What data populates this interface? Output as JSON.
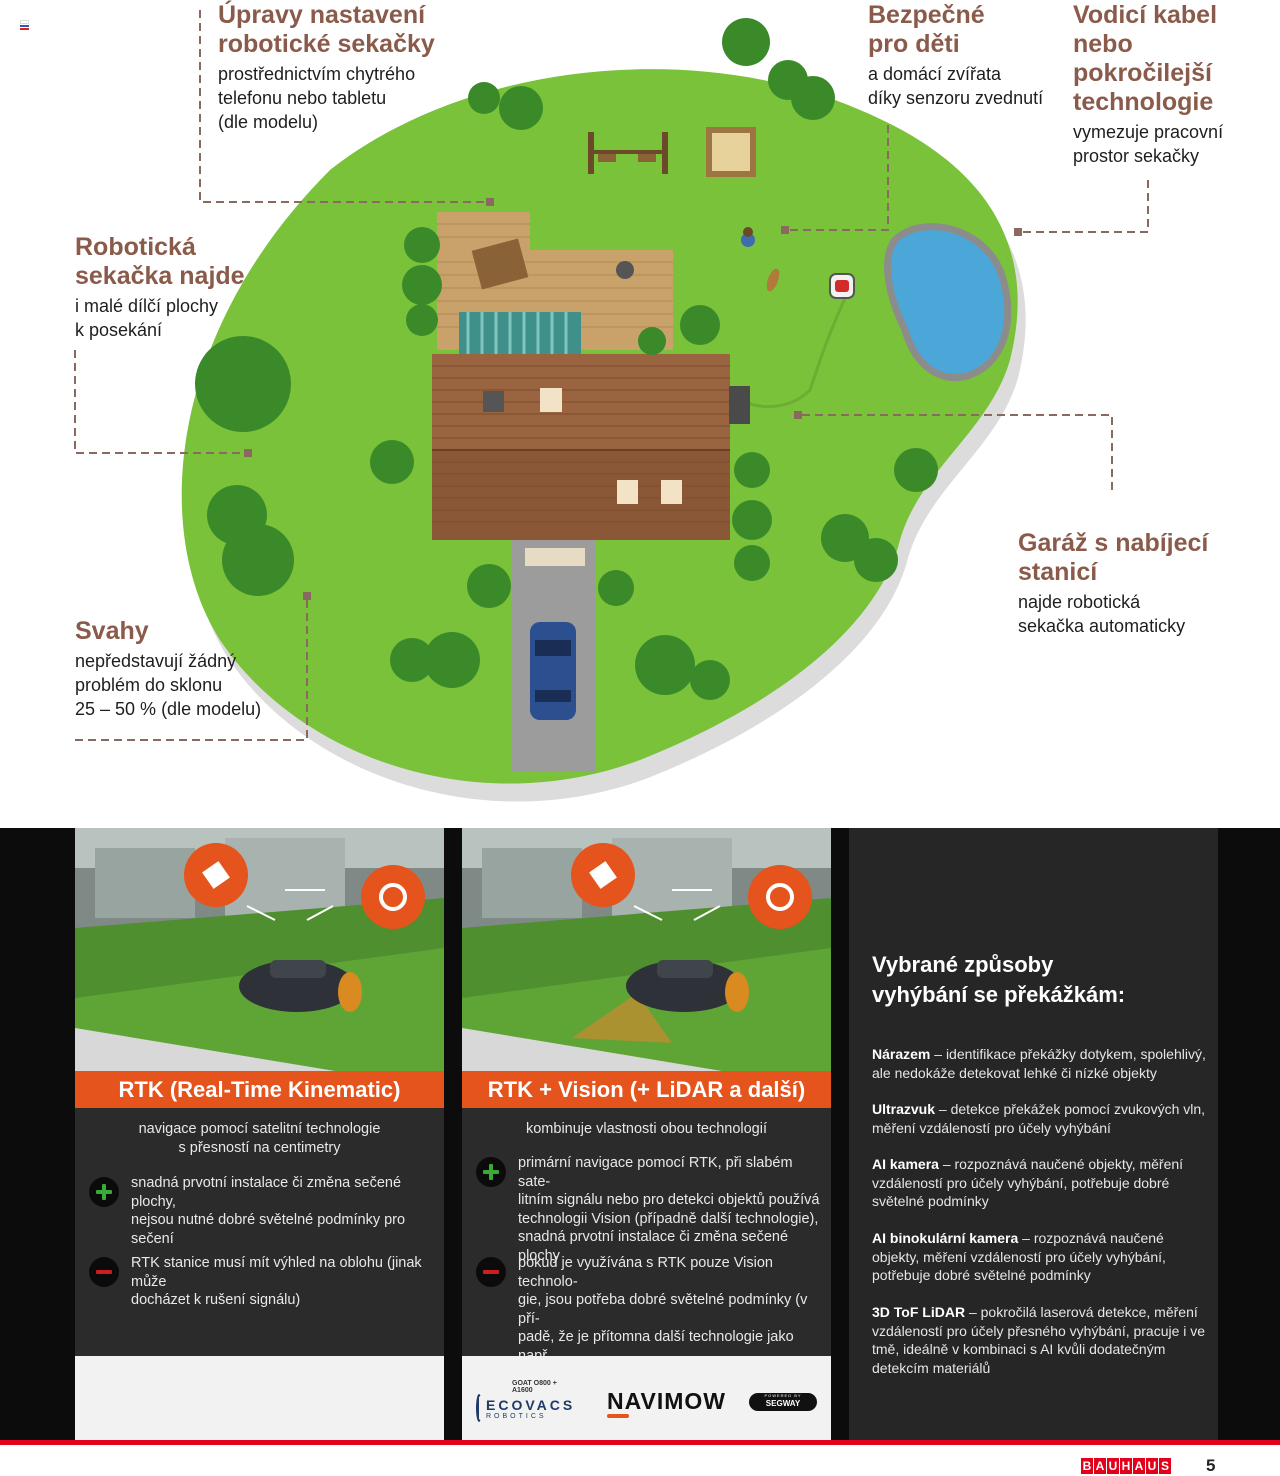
{
  "annotations": {
    "settings": {
      "heading": "Úpravy nastavení\nrobotické sekačky",
      "body": "prostřednictvím chytrého\ntelefonu nebo tabletu\n(dle modelu)"
    },
    "safe": {
      "heading": "Bezpečné\npro děti",
      "body": "a domácí zvířata\ndíky senzoru zvednutí"
    },
    "wire": {
      "heading": "Vodicí kabel\nnebo\npokročilejší\ntechnologie",
      "body": "vymezuje pracovní\nprostor sekačky"
    },
    "finds": {
      "heading": "Robotická\nsekačka najde",
      "body": "i malé dílčí plochy\nk posekání"
    },
    "garage": {
      "heading": "Garáž s nabíjecí\nstanicí",
      "body": "najde robotická\nsekačka automaticky"
    },
    "slopes": {
      "heading": "Svahy",
      "body": "nepředstavují žádný\nproblém do sklonu\n25 – 50 % (dle modelu)"
    }
  },
  "cards": [
    {
      "band": "RTK (Real-Time Kinematic)",
      "intro": "navigace pomocí satelitní technologie\ns přesností na centimetry",
      "plus": "snadná prvotní instalace či změna sečené plochy,\nnejsou nutné dobré světelné podmínky pro sečení",
      "minus": "RTK stanice musí mít výhled na oblohu (jinak může\ndocházet k rušení signálu)"
    },
    {
      "band": "RTK + Vision (+ LiDAR a další)",
      "intro": "kombinuje vlastnosti obou technologií",
      "plus": "primární navigace pomocí RTK, při slabém sate-\nlitním signálu nebo pro detekci objektů používá\ntechnologii Vision (případně další technologie),\nsnadná prvotní instalace či změna sečené plochy",
      "minus": "pokud je využívána s RTK pouze Vision technolo-\ngie, jsou potřeba dobré světelné podmínky (v pří-\npadě, že je přítomna další technologie jako např.\nLiDAR, dobré světelné podmínky nejsou potřeba)"
    }
  ],
  "logos": {
    "ecovacs_model": "GOAT O800 + A1600",
    "ecovacs_name": "ECOVACS",
    "ecovacs_sub": "ROBOTICS",
    "navimow": "NAVIMOW",
    "segway_small": "POWERED BY",
    "segway": "SEGWAY"
  },
  "panel": {
    "title": "Vybrané způsoby\nvyhýbání se překážkám:",
    "items": [
      {
        "term": "Nárazem",
        "desc": " – identifikace překážky dotykem, spolehlivý, ale nedokáže detekovat lehké či nízké objekty"
      },
      {
        "term": "Ultrazvuk",
        "desc": " – detekce překážek pomocí zvukových vln, měření vzdáleností pro účely vyhýbání"
      },
      {
        "term": "AI kamera",
        "desc": " – rozpoznává naučené objekty, měření vzdáleností pro účely vyhýbání, potřebuje dobré světelné podmínky"
      },
      {
        "term": "AI binokulární kamera",
        "desc": " – rozpoznává naučené objekty, měření vzdáleností pro účely vyhýbání, potřebuje dobré světelné podmínky"
      },
      {
        "term": "3D ToF LiDAR",
        "desc": " – pokročilá laserová detekce, měření vzdáleností pro účely přesného vyhýbání, pracuje i ve tmě, ideálně v kombinaci s AI kvůli dodatečným detekcím materiálů"
      }
    ]
  },
  "footer": {
    "brand_letters": [
      "B",
      "A",
      "U",
      "H",
      "A",
      "U",
      "S"
    ],
    "page": "5"
  },
  "colors": {
    "heading": "#8a5a4a",
    "lawn": "#79c23a",
    "accent_orange": "#e4541c",
    "brand_red": "#e2001a"
  },
  "icons": [
    "satellite-icon",
    "rtk-station-icon",
    "plus-icon",
    "minus-icon"
  ]
}
